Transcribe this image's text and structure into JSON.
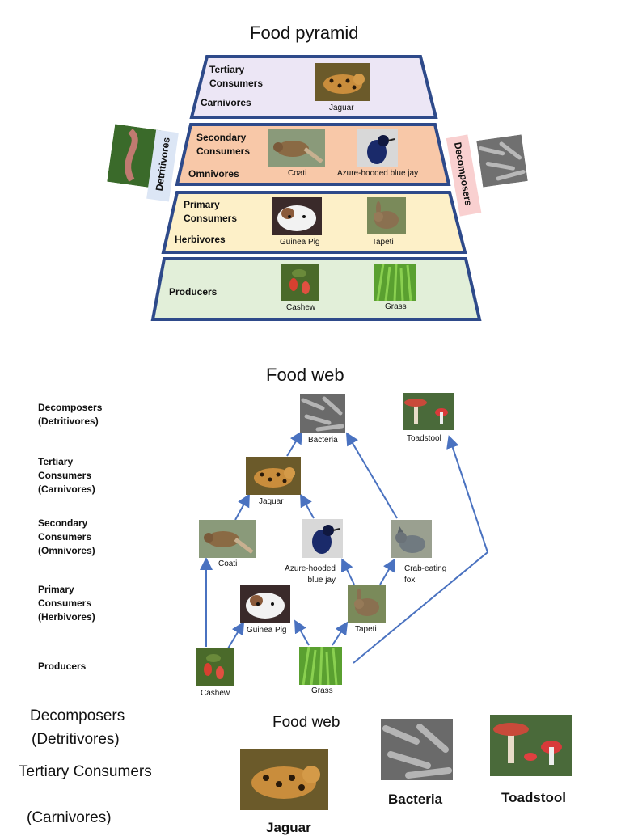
{
  "pyramid": {
    "title": "Food pyramid",
    "tiers": [
      {
        "line1": "Tertiary",
        "line2": "Consumers",
        "group": "Carnivores",
        "organisms": [
          "Jaguar"
        ],
        "fill": "#ece6f5"
      },
      {
        "line1": "Secondary",
        "line2": "Consumers",
        "group": "Omnivores",
        "organisms": [
          "Coati",
          "Azure-hooded blue jay"
        ],
        "fill": "#f8c8a8"
      },
      {
        "line1": "Primary",
        "line2": "Consumers",
        "group": "Herbivores",
        "organisms": [
          "Guinea Pig",
          "Tapeti"
        ],
        "fill": "#fdf0c8"
      },
      {
        "line1": "",
        "line2": "",
        "group": "Producers",
        "organisms": [
          "Cashew",
          "Grass"
        ],
        "fill": "#e2efd9"
      }
    ],
    "left_label": "Detritivores",
    "right_label": "Decomposers",
    "outline_color": "#2e4a8a"
  },
  "web": {
    "title": "Food web",
    "levels": [
      {
        "l1": "Decomposers",
        "l2": "(Detritivores)",
        "l3": ""
      },
      {
        "l1": "Tertiary",
        "l2": "Consumers",
        "l3": "(Carnivores)"
      },
      {
        "l1": "Secondary",
        "l2": "Consumers",
        "l3": "(Omnivores)"
      },
      {
        "l1": "Primary",
        "l2": "Consumers",
        "l3": "(Herbivores)"
      },
      {
        "l1": "Producers",
        "l2": "",
        "l3": ""
      }
    ],
    "nodes": {
      "bacteria": "Bacteria",
      "toadstool": "Toadstool",
      "jaguar": "Jaguar",
      "coati": "Coati",
      "bluejay_1": "Azure-hooded",
      "bluejay_2": "blue jay",
      "fox_1": "Crab-eating",
      "fox_2": "fox",
      "guinea": "Guinea Pig",
      "tapeti": "Tapeti",
      "cashew": "Cashew",
      "grass": "Grass"
    },
    "arrow_color": "#4a72c0"
  },
  "web2": {
    "title": "Food web",
    "level1_a": "Decomposers",
    "level1_b": "(Detritivores)",
    "level2_a": "Tertiary Consumers",
    "level2_b": "(Carnivores)",
    "bacteria": "Bacteria",
    "toadstool": "Toadstool",
    "jaguar": "Jaguar"
  }
}
